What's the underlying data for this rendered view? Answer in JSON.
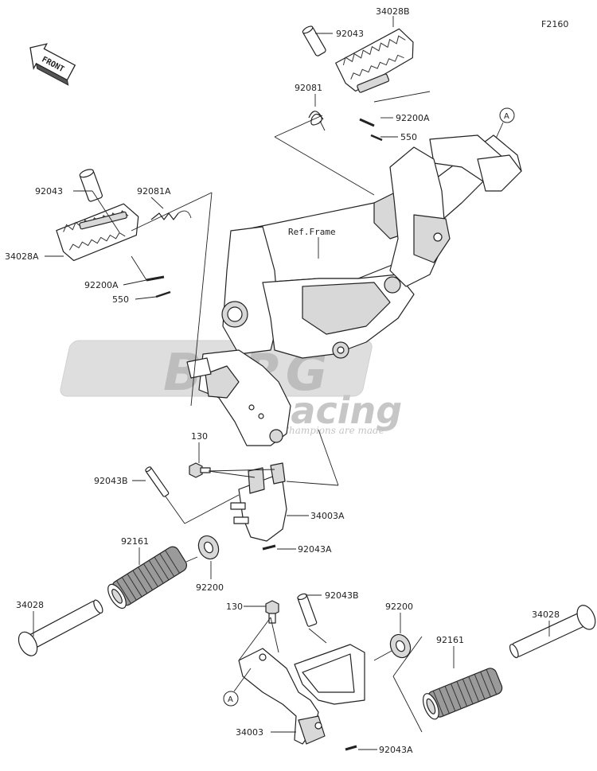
{
  "diagram": {
    "figure_code": "F2160",
    "front_label": "FRONT",
    "ref_frame_label": "Ref.Frame",
    "marker_a": "A",
    "watermark": {
      "word1": "BERG",
      "word2": "Racing",
      "tagline": "Where Champions are made"
    },
    "labels": {
      "top_92043": "92043",
      "top_34028b": "34028B",
      "top_92081": "92081",
      "top_92200a": "92200A",
      "top_550": "550",
      "left_92043": "92043",
      "left_92081a": "92081A",
      "left_34028a": "34028A",
      "left_92200a": "92200A",
      "left_550": "550",
      "mid_130": "130",
      "mid_92043b": "92043B",
      "mid_34003a": "34003A",
      "mid_92043a": "92043A",
      "lower_92161": "92161",
      "lower_92200": "92200",
      "lower_34028": "34028",
      "bot_130": "130",
      "bot_92043b": "92043B",
      "bot_92200": "92200",
      "bot_34028": "34028",
      "bot_92161": "92161",
      "bot_34003": "34003",
      "bot_92043a": "92043A"
    }
  }
}
